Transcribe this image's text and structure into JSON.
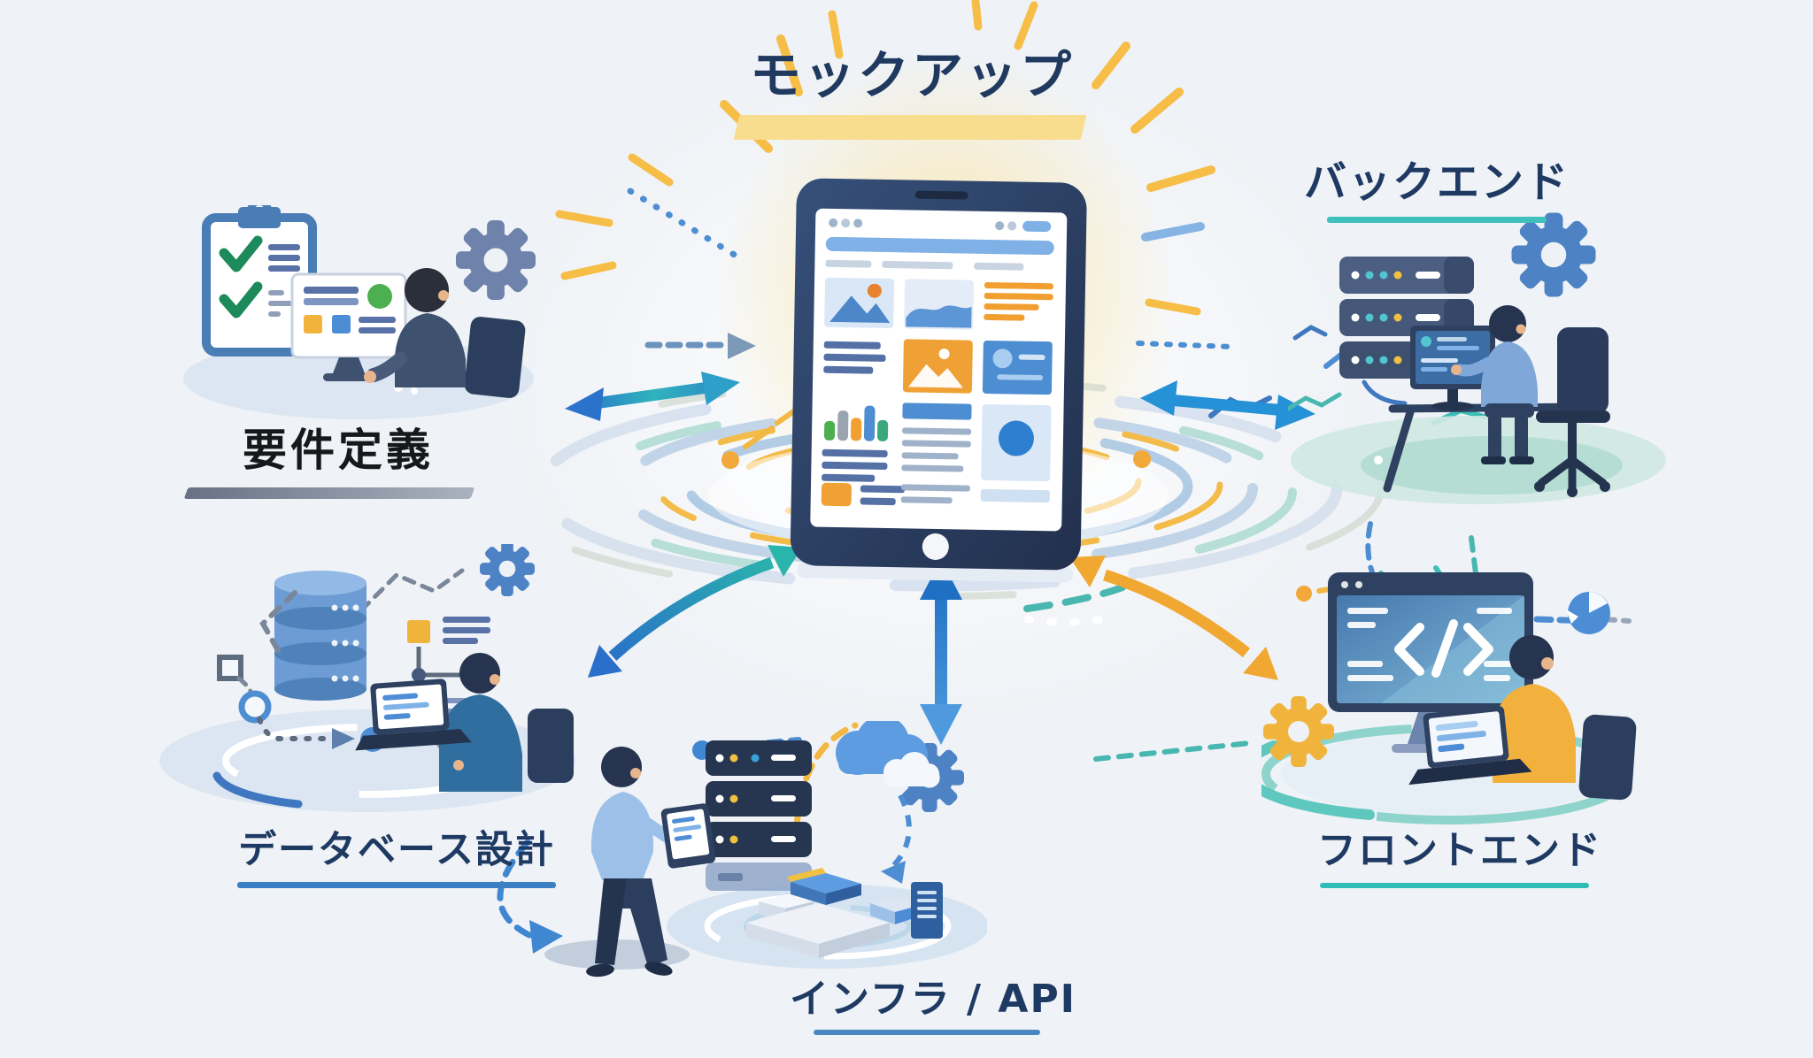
{
  "title": {
    "text": "モックアップ",
    "text_color": "#20395f",
    "highlight_color": "#f8dd8e"
  },
  "nodes": {
    "mockup": {
      "label": "モックアップ",
      "description_icon": "tablet-wireframe-icon"
    },
    "requirements": {
      "label": "要件定義",
      "text_color": "#17181c",
      "underline_color": "#8a94a6",
      "icons": [
        "clipboard-checklist-icon",
        "monitor-icon",
        "person-figure",
        "gear-icon"
      ]
    },
    "backend": {
      "label": "バックエンド",
      "text_color": "#1e3a63",
      "underline_color": "#3fc0bd",
      "icons": [
        "server-rack-icon",
        "gear-icon",
        "monitor-icon",
        "person-figure",
        "office-chair-icon"
      ]
    },
    "database": {
      "label": "データベース設計",
      "text_color": "#1e3a63",
      "underline_color": "#3b7fc4",
      "icons": [
        "database-cylinder-icon",
        "flowchart-icon",
        "magnifier-icon",
        "gear-icon",
        "person-laptop-figure"
      ]
    },
    "infra": {
      "label": "インフラ / API",
      "text_color": "#1e3a63",
      "underline_color": "#4a86c0",
      "icons": [
        "standing-person-tablet-figure",
        "server-rack-icon",
        "cloud-icon",
        "gear-icon",
        "blocks-stack-icon"
      ]
    },
    "frontend": {
      "label": "フロントエンド",
      "text_color": "#1e3a63",
      "underline_color": "#2fbcb4",
      "icons": [
        "code-monitor-icon",
        "laptop-icon",
        "person-figure",
        "gear-icon",
        "pie-icon"
      ]
    }
  },
  "connections": [
    {
      "from": "mockup",
      "to": "requirements",
      "type": "double-arrow",
      "color_start": "#2fb3bd",
      "color_end": "#2b72cc"
    },
    {
      "from": "mockup",
      "to": "backend",
      "type": "double-arrow",
      "color_start": "#2591d6",
      "color_end": "#2591d6"
    },
    {
      "from": "mockup",
      "to": "database",
      "type": "double-arrow",
      "color_start": "#2ab5ac",
      "color_end": "#2a6fc9"
    },
    {
      "from": "mockup",
      "to": "infra",
      "type": "double-arrow",
      "color_start": "#1f6fc4",
      "color_end": "#4f9ade"
    },
    {
      "from": "mockup",
      "to": "frontend",
      "type": "double-arrow",
      "color_start": "#f0a832",
      "color_end": "#f0a832"
    }
  ],
  "palette": {
    "background": "#eff2f6",
    "navy": "#2e4160",
    "blue": "#4d8dd2",
    "light_blue": "#9cc0e8",
    "teal": "#3fbdb7",
    "yellow": "#f2b843",
    "orange": "#f0a136",
    "green": "#4caf50",
    "slate": "#6e82ab"
  }
}
